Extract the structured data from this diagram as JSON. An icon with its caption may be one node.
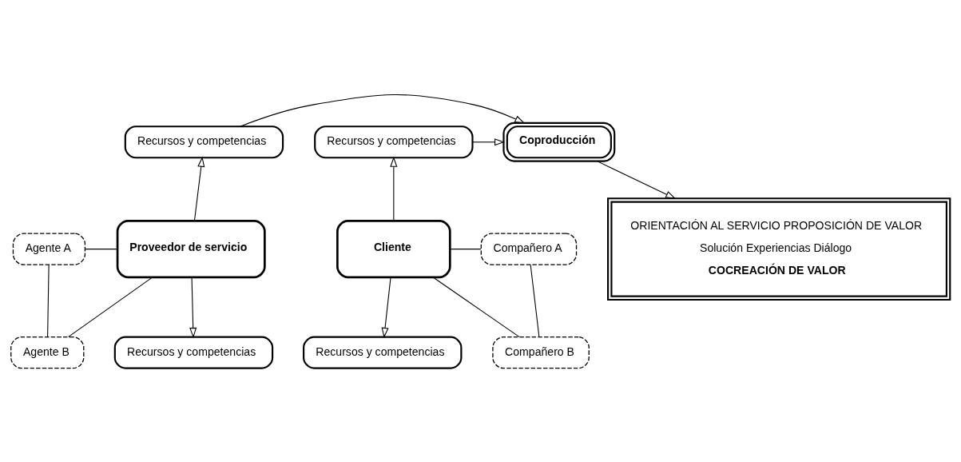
{
  "diagram": {
    "nodes": [
      {
        "text": [
          "Recursos y competencias"
        ]
      },
      {
        "text": [
          "Coproducción"
        ]
      },
      {
        "text": [
          "Recursos y competencias"
        ]
      },
      {
        "text": [
          "Agente A"
        ]
      },
      {
        "text": [
          "Proveedor de servicio"
        ]
      },
      {
        "text": [
          "Cliente"
        ]
      },
      {
        "text": [
          "Compañero A"
        ]
      },
      {
        "text": [
          "ORIENTACIÓN AL SERVICIO PROPOSICIÓN DE VALOR",
          "Solución Experiencias Diálogo",
          "COCREACIÓN DE VALOR"
        ]
      },
      {
        "text": [
          "Agente B"
        ]
      },
      {
        "text": [
          "Compañero B"
        ]
      },
      {
        "text": [
          "Recursos y competencias"
        ]
      },
      {
        "text": [
          "Recursos y competencias"
        ]
      }
    ],
    "edges": [
      {
        "from": 0,
        "to": 1,
        "arrow": "to"
      },
      {
        "from": 2,
        "to": 1,
        "arrow": "to"
      },
      {
        "from": 4,
        "to": 0,
        "arrow": "to"
      },
      {
        "from": 5,
        "to": 2,
        "arrow": "to"
      },
      {
        "from": 1,
        "to": 7,
        "arrow": "to"
      },
      {
        "from": 3,
        "to": 4,
        "arrow": "none"
      },
      {
        "from": 3,
        "to": 8,
        "arrow": "none"
      },
      {
        "from": 8,
        "to": 4,
        "arrow": "none"
      },
      {
        "from": 6,
        "to": 5,
        "arrow": "none"
      },
      {
        "from": 6,
        "to": 9,
        "arrow": "none"
      },
      {
        "from": 9,
        "to": 5,
        "arrow": "none"
      },
      {
        "from": 4,
        "to": 10,
        "arrow": "to"
      },
      {
        "from": 5,
        "to": 11,
        "arrow": "to"
      }
    ]
  }
}
